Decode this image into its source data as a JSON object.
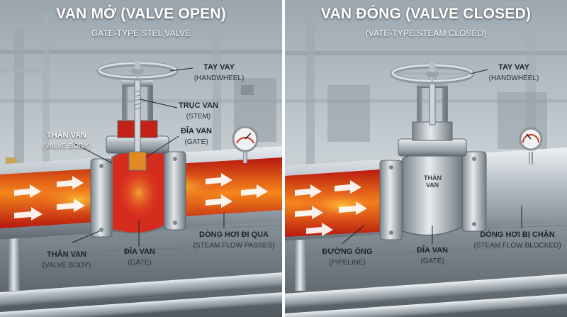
{
  "left_panel": {
    "title": "VAN MỞ (VALVE OPEN)",
    "subtitle": "GATE-TYPE STEL VALVE",
    "labels": {
      "handwheel": {
        "main": "TAY VAY",
        "sub": "(HANDWHEEL)"
      },
      "stem": {
        "main": "TRỤC VAN",
        "sub": "(STEM)"
      },
      "gate_top": {
        "main": "ĐĨA VAN",
        "sub": "(GATE)"
      },
      "body_top": {
        "main": "THÂN VAN",
        "sub": "(VALVE BODY)"
      },
      "body_bottom": {
        "main": "THÂN VAN",
        "sub": "(VALVE BODY)"
      },
      "gate_bottom": {
        "main": "ĐĨA VAN",
        "sub": "(GATE)"
      },
      "flow": {
        "main": "DÒNG HƠI ĐI QUA",
        "sub": "(STEAM FLOW PASSES)"
      }
    }
  },
  "right_panel": {
    "title": "VAN ĐÓNG (VALVE CLOSED)",
    "subtitle": "(VATE-TYPE STEAM CLOSED)",
    "body_plate": [
      "THÂN",
      "VAN"
    ],
    "labels": {
      "handwheel": {
        "main": "TAY VAY",
        "sub": "(HANDWHEEL)"
      },
      "pipeline": {
        "main": "ĐƯỜNG ỐNG",
        "sub": "(PIPELINE)"
      },
      "gate": {
        "main": "ĐĨA VAN",
        "sub": "(GATE)"
      },
      "flow": {
        "main": "DÒNG HƠI BỊ CHẶN",
        "sub": "(STEAM FLOW BLOCKED)"
      }
    }
  },
  "colors": {
    "steam_red": "#d8231a",
    "steam_orange": "#f08a1c",
    "steel": "#aeb6bd",
    "background": "#7c8791"
  },
  "icons": [
    "handwheel-icon",
    "pressure-gauge-icon",
    "flow-arrow-icon"
  ]
}
